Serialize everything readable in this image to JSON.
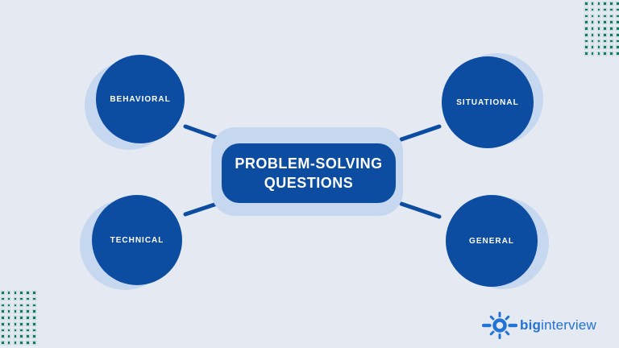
{
  "diagram": {
    "center": {
      "line1": "PROBLEM-SOLVING",
      "line2": "QUESTIONS"
    },
    "nodes": [
      {
        "id": "behavioral",
        "label": "BEHAVIORAL"
      },
      {
        "id": "situational",
        "label": "SITUATIONAL"
      },
      {
        "id": "technical",
        "label": "TECHNICAL"
      },
      {
        "id": "general",
        "label": "GENERAL"
      }
    ]
  },
  "logo": {
    "icon": "sun-icon",
    "brand_bold": "big",
    "brand_regular": "interview"
  },
  "colors": {
    "background": "#e5e9f1",
    "primary_blue": "#0c4da2",
    "light_blue": "#c6d7f0",
    "dot_green": "#0d7a5a",
    "logo_blue": "#2173d4",
    "text_on_blue": "#ffffff"
  },
  "decor": {
    "dot_grid": {
      "rows": 9,
      "cols": 6
    }
  }
}
